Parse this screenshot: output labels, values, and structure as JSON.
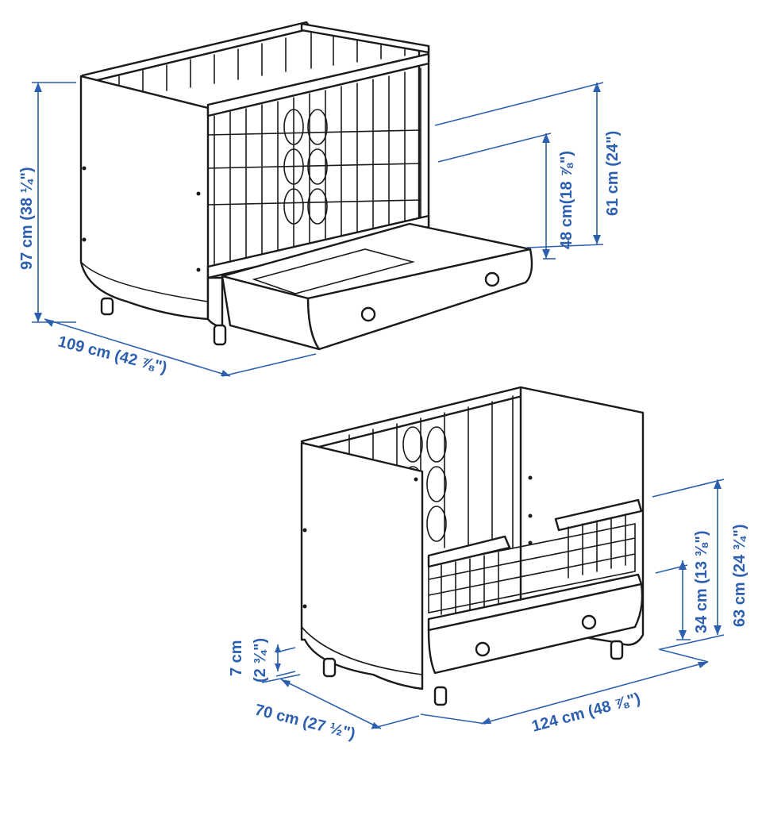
{
  "colors": {
    "dimension": "#2c5fae",
    "drawing": "#1a1a1a",
    "background": "#ffffff"
  },
  "crib_top": {
    "height_total": "97 cm (38 ¼\")",
    "width": "109 cm (42 ⅞\")",
    "rail_height_low": "48 cm(18 ⅞\")",
    "rail_height_high": "61 cm (24\")"
  },
  "bed_bottom": {
    "floor_clearance_a": "7 cm",
    "floor_clearance_b": "(2 ¾\")",
    "depth": "70 cm (27 ½\")",
    "length": "124 cm (48 ⅞\")",
    "side_height_low": "34 cm (13 ⅜\")",
    "side_height_high": "63 cm (24 ¾\")"
  }
}
